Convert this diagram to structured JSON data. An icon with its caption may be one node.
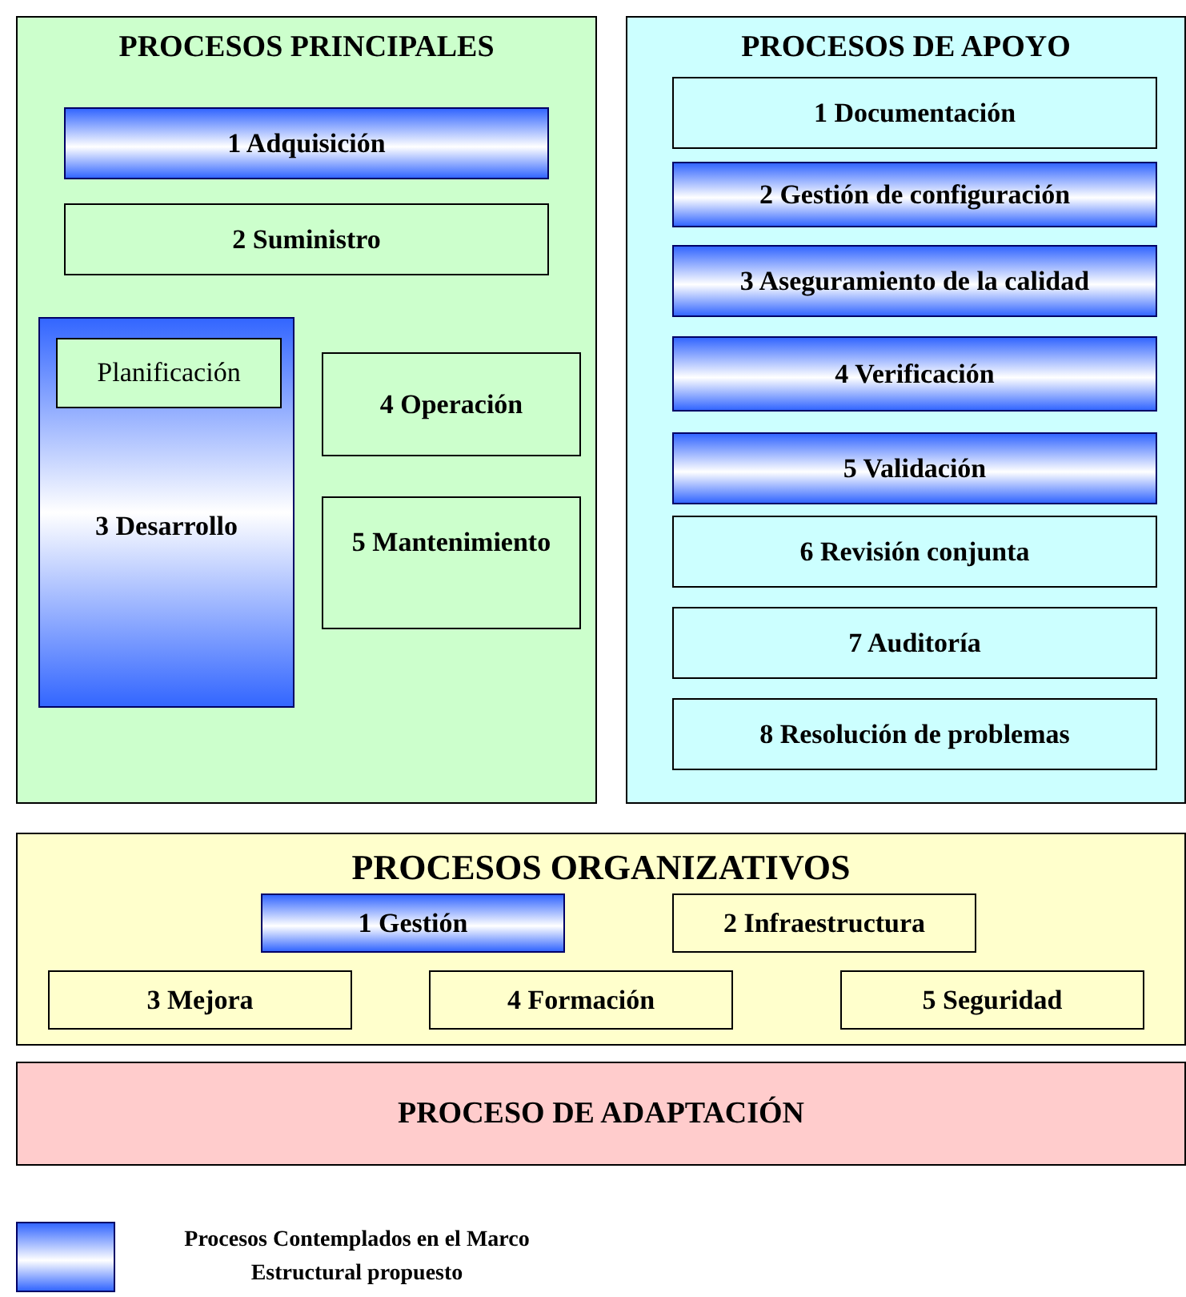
{
  "diagram": {
    "nodes": [
      {
        "text": [
          "PROCESOS PRINCIPALES"
        ]
      },
      {
        "text": [
          "1 Adquisición"
        ],
        "in": 0
      },
      {
        "text": [
          "2 Suministro"
        ],
        "in": 0
      },
      {
        "text": [
          "3 Desarrollo"
        ],
        "in": 0
      },
      {
        "text": [
          "Planificación"
        ],
        "in": 3
      },
      {
        "text": [
          "4 Operación"
        ],
        "in": 0
      },
      {
        "text": [
          "5 Mantenimiento"
        ],
        "in": 0
      },
      {
        "text": [
          "PROCESOS DE APOYO"
        ]
      },
      {
        "text": [
          "1 Documentación"
        ],
        "in": 7
      },
      {
        "text": [
          "2 Gestión de configuración"
        ],
        "in": 7
      },
      {
        "text": [
          "3 Aseguramiento de la calidad"
        ],
        "in": 7
      },
      {
        "text": [
          "4 Verificación"
        ],
        "in": 7
      },
      {
        "text": [
          "5 Validación"
        ],
        "in": 7
      },
      {
        "text": [
          "6 Revisión conjunta"
        ],
        "in": 7
      },
      {
        "text": [
          "7 Auditoría"
        ],
        "in": 7
      },
      {
        "text": [
          "8 Resolución de problemas"
        ],
        "in": 7
      },
      {
        "text": [
          "PROCESOS ORGANIZATIVOS"
        ]
      },
      {
        "text": [
          "1 Gestión"
        ],
        "in": 16
      },
      {
        "text": [
          "2 Infraestructura"
        ],
        "in": 16
      },
      {
        "text": [
          "3 Mejora"
        ],
        "in": 16
      },
      {
        "text": [
          "4 Formación"
        ],
        "in": 16
      },
      {
        "text": [
          "5 Seguridad"
        ],
        "in": 16
      },
      {
        "text": [
          "PROCESO DE ADAPTACIÓN"
        ]
      }
    ],
    "edges": [],
    "legend": [
      {
        "text": "Procesos Contemplados en el Marco Estructural propuesto"
      }
    ]
  }
}
